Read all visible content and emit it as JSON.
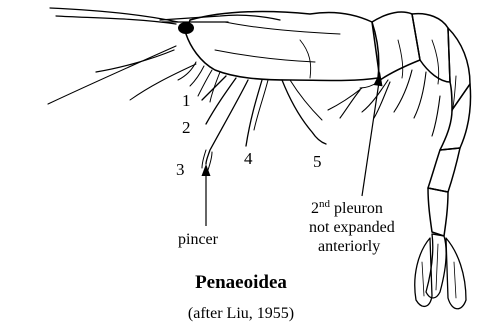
{
  "figure": {
    "title": "Penaeoidea",
    "credit": "(after Liu, 1955)"
  },
  "legs": [
    {
      "number": "1"
    },
    {
      "number": "2"
    },
    {
      "number": "3"
    },
    {
      "number": "4"
    },
    {
      "number": "5"
    }
  ],
  "labels": {
    "pincer": "pincer",
    "pleuron_ordinal": "2",
    "pleuron_suffix": "nd",
    "pleuron_line1_rest": " pleuron",
    "pleuron_line2": "not expanded",
    "pleuron_line3": "anteriorly"
  }
}
